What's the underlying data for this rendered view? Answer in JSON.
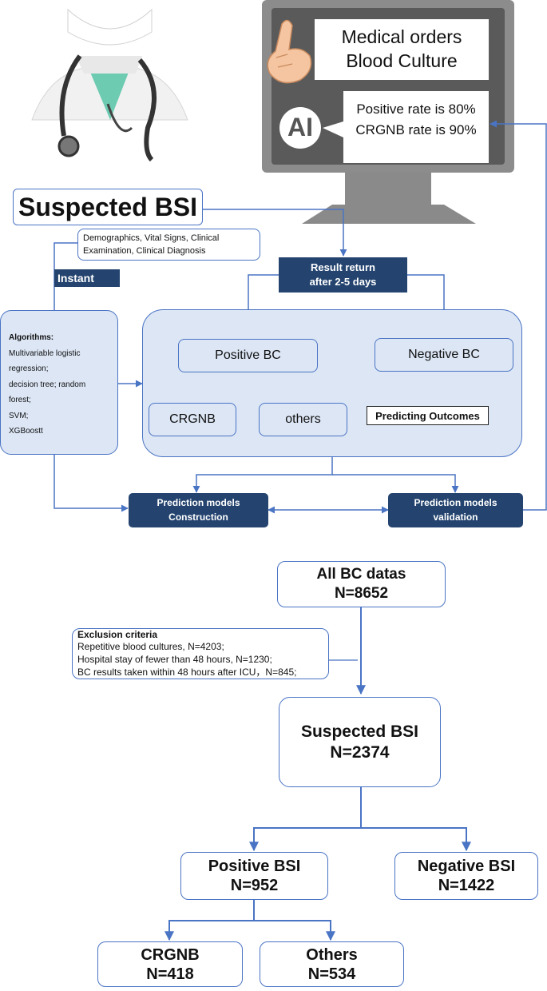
{
  "colors": {
    "line": "#4a74c4",
    "dark_box": "#24446f",
    "light_box": "#dce6f5",
    "monitor": "#8c8c8c",
    "screen": "#5a5a5a"
  },
  "icons": [
    "doctor-illustration",
    "pointing-hand-icon",
    "ai-badge-icon"
  ],
  "monitor": {
    "order_line1": "Medical orders",
    "order_line2": "Blood Culture",
    "ai_label": "AI",
    "positive_rate": "Positive rate is 80%",
    "crgnb_rate": "CRGNB rate is 90%"
  },
  "workflow": {
    "suspected_title": "Suspected BSI",
    "data_sources_line1": "Demographics, Vital Signs, Clinical",
    "data_sources_line2": "Examination, Clinical Diagnosis",
    "instant_label": "Instant",
    "result_return_line1": "Result return",
    "result_return_line2": "after 2-5 days",
    "algorithms_title": "Algorithms:",
    "algorithms": [
      "Multivariable logistic",
      "regression;",
      "decision tree; random",
      "forest;",
      "SVM;",
      "XGBoostt"
    ],
    "positive_bc": "Positive BC",
    "negative_bc": "Negative BC",
    "crgnb": "CRGNB",
    "others": "others",
    "predicting_outcomes": "Predicting Outcomes",
    "construction_line1": "Prediction models",
    "construction_line2": "Construction",
    "validation_line1": "Prediction models",
    "validation_line2": "validation"
  },
  "flowchart": {
    "all_bc_title": "All BC datas",
    "all_bc_n": "N=8652",
    "exclusion_title": "Exclusion criteria",
    "exclusion_items": [
      "Repetitive blood cultures, N=4203;",
      "Hospital stay of fewer than 48 hours, N=1230;",
      "BC results taken within 48 hours after ICU，N=845;"
    ],
    "suspected_title": "Suspected BSI",
    "suspected_n": "N=2374",
    "positive_title": "Positive BSI",
    "positive_n": "N=952",
    "negative_title": "Negative BSI",
    "negative_n": "N=1422",
    "crgnb_title": "CRGNB",
    "crgnb_n": "N=418",
    "others_title": "Others",
    "others_n": "N=534"
  }
}
